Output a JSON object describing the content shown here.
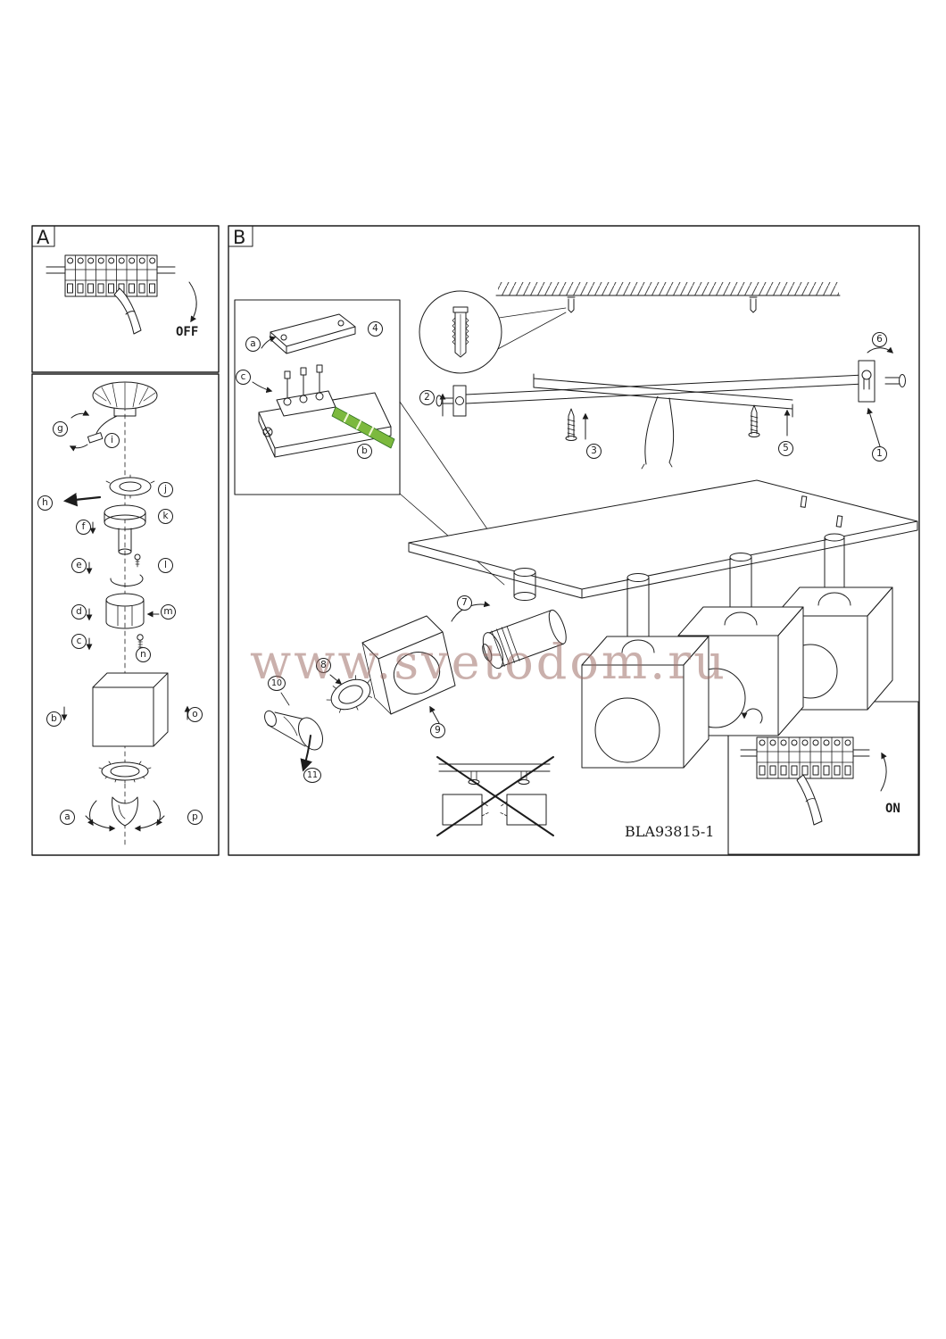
{
  "watermark": "www.svetodom.ru",
  "panel_a": {
    "label": "A",
    "breaker_state": "OFF"
  },
  "exploded": {
    "labels": {
      "a": "a",
      "b": "b",
      "c": "c",
      "d": "d",
      "e": "e",
      "f": "f",
      "g": "g",
      "h": "h",
      "i": "i",
      "j": "j",
      "k": "k",
      "l": "l",
      "m": "m",
      "n": "n",
      "o": "o",
      "p": "p"
    }
  },
  "panel_b": {
    "label": "B",
    "breaker_state": "ON",
    "model_number": "BLA93815-1",
    "inset": {
      "step": "4",
      "label_a": "a",
      "label_b": "b",
      "label_c": "c"
    },
    "steps": {
      "1": "1",
      "2": "2",
      "3": "3",
      "5": "5",
      "6": "6",
      "7": "7",
      "8": "8",
      "9": "9",
      "10": "10",
      "11": "11"
    }
  }
}
